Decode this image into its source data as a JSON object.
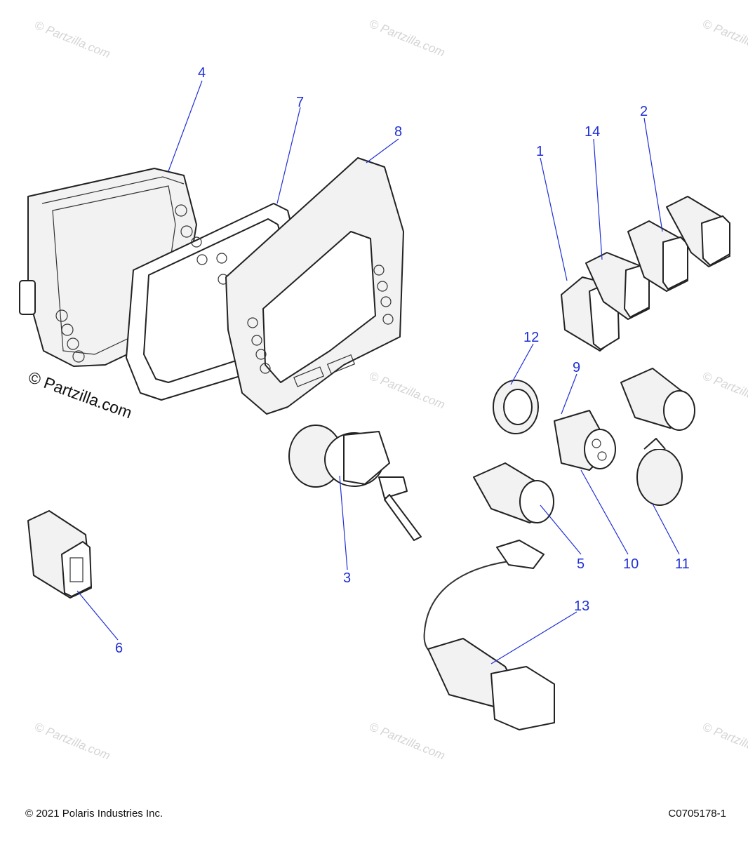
{
  "watermark": "© Partzilla.com",
  "logo_text": "© Partzilla.com",
  "callouts": [
    "1",
    "2",
    "3",
    "4",
    "5",
    "6",
    "7",
    "8",
    "9",
    "10",
    "11",
    "12",
    "13",
    "14"
  ],
  "footer": {
    "copyright": "© 2021 Polaris Industries Inc.",
    "diagram_id": "C0705178-1"
  },
  "colors": {
    "callout": "#1f2fd6",
    "watermark": "#d4d4d4"
  }
}
